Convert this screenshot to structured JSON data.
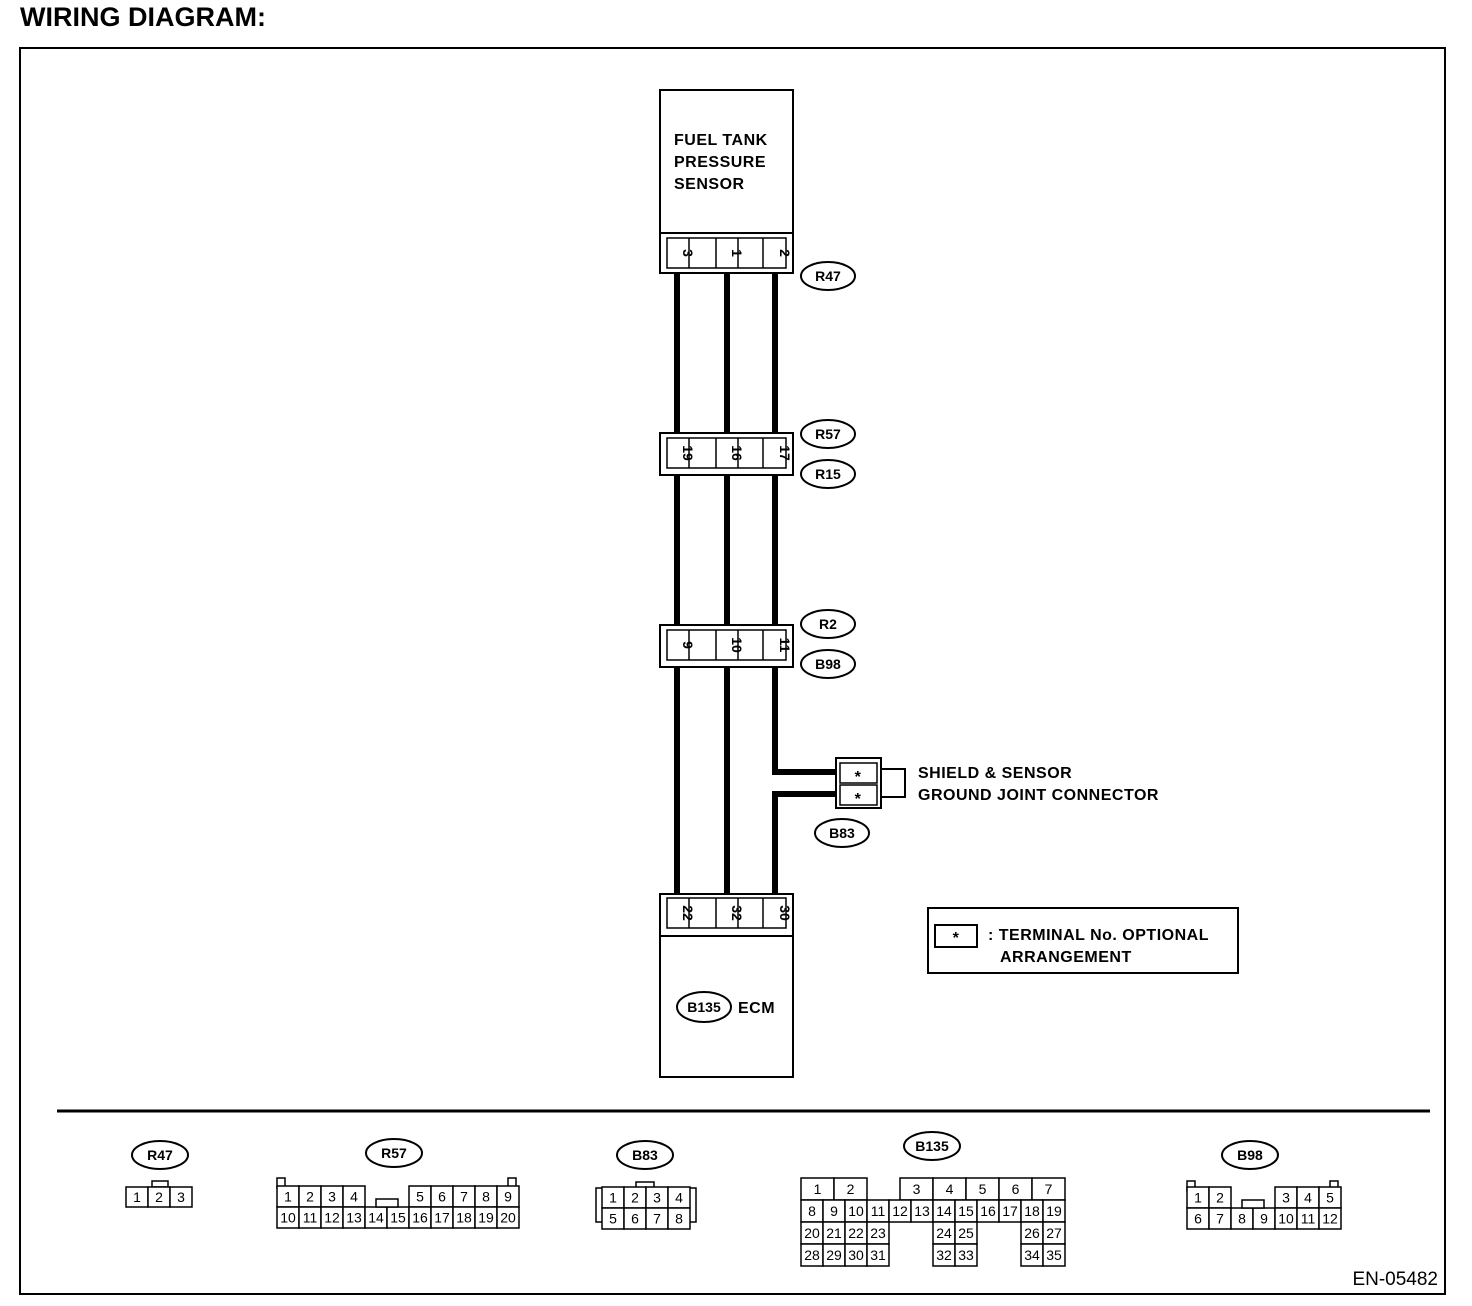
{
  "title": "WIRING DIAGRAM:",
  "figure_id": "EN-05482",
  "components": {
    "sensor": {
      "lines": [
        "FUEL TANK",
        "PRESSURE",
        "SENSOR"
      ]
    },
    "ecm": {
      "tag": "B135",
      "label": "ECM"
    },
    "joint": {
      "lines": [
        "SHIELD & SENSOR",
        "GROUND JOINT CONNECTOR"
      ],
      "tag": "B83",
      "pins": [
        "*",
        "*"
      ]
    }
  },
  "connectors": [
    {
      "tags": [
        "R47"
      ],
      "pins": [
        "3",
        "1",
        "2"
      ]
    },
    {
      "tags": [
        "R57",
        "R15"
      ],
      "pins": [
        "19",
        "16",
        "17"
      ]
    },
    {
      "tags": [
        "R2",
        "B98"
      ],
      "pins": [
        "9",
        "10",
        "11"
      ]
    },
    {
      "tags": [],
      "pins": [
        "22",
        "32",
        "30"
      ]
    }
  ],
  "legend": {
    "symbol": "*",
    "lines": [
      ": TERMINAL No. OPTIONAL",
      "ARRANGEMENT"
    ]
  },
  "connector_views": [
    {
      "tag": "R47",
      "rows": [
        [
          "1",
          "2",
          "3"
        ]
      ]
    },
    {
      "tag": "R57",
      "rows": [
        [
          "1",
          "2",
          "3",
          "4",
          "5",
          "6",
          "7",
          "8",
          "9"
        ],
        [
          "10",
          "11",
          "12",
          "13",
          "14",
          "15",
          "16",
          "17",
          "18",
          "19",
          "20"
        ]
      ]
    },
    {
      "tag": "B83",
      "rows": [
        [
          "1",
          "2",
          "3",
          "4"
        ],
        [
          "5",
          "6",
          "7",
          "8"
        ]
      ]
    },
    {
      "tag": "B135",
      "rows": [
        [
          "1",
          "2",
          "3",
          "4",
          "5",
          "6",
          "7"
        ],
        [
          "8",
          "9",
          "10",
          "11",
          "12",
          "13",
          "14",
          "15",
          "16",
          "17",
          "18",
          "19"
        ],
        [
          "20",
          "21",
          "22",
          "23",
          "24",
          "25",
          "26",
          "27"
        ],
        [
          "28",
          "29",
          "30",
          "31",
          "32",
          "33",
          "34",
          "35"
        ]
      ]
    },
    {
      "tag": "B98",
      "rows": [
        [
          "1",
          "2",
          "3",
          "4",
          "5"
        ],
        [
          "6",
          "7",
          "8",
          "9",
          "10",
          "11",
          "12"
        ]
      ]
    }
  ]
}
